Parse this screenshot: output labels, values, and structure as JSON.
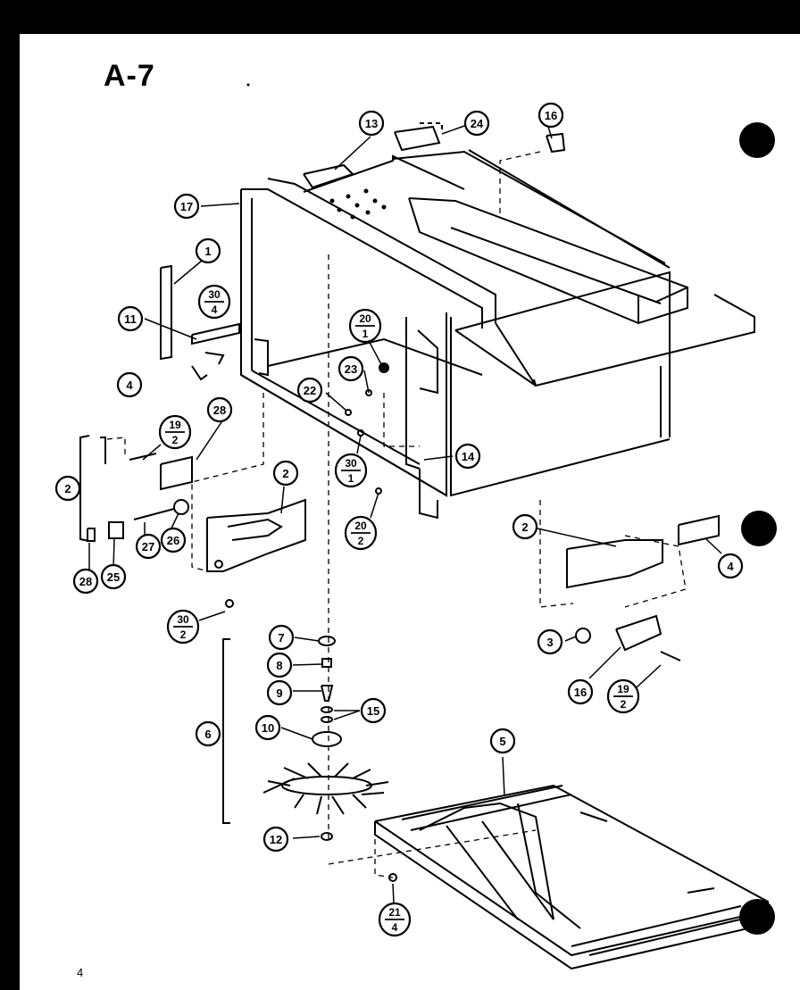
{
  "diagram": {
    "title": "A-7",
    "page_number": "4",
    "callouts": [
      {
        "id": "c13",
        "top": "13"
      },
      {
        "id": "c24",
        "top": "24"
      },
      {
        "id": "c16a",
        "top": "16"
      },
      {
        "id": "c17",
        "top": "17"
      },
      {
        "id": "c1",
        "top": "1"
      },
      {
        "id": "c30_4",
        "top": "30",
        "bottom": "4"
      },
      {
        "id": "c11",
        "top": "11"
      },
      {
        "id": "c20_1",
        "top": "20",
        "bottom": "1"
      },
      {
        "id": "c23",
        "top": "23"
      },
      {
        "id": "c22",
        "top": "22"
      },
      {
        "id": "c4a",
        "top": "4"
      },
      {
        "id": "c19_2a",
        "top": "19",
        "bottom": "2"
      },
      {
        "id": "c28a",
        "top": "28"
      },
      {
        "id": "c30_1",
        "top": "30",
        "bottom": "1"
      },
      {
        "id": "c14",
        "top": "14"
      },
      {
        "id": "c2a",
        "top": "2"
      },
      {
        "id": "c2b",
        "top": "2"
      },
      {
        "id": "c26",
        "top": "26"
      },
      {
        "id": "c27",
        "top": "27"
      },
      {
        "id": "c20_2",
        "top": "20",
        "bottom": "2"
      },
      {
        "id": "c28b",
        "top": "28"
      },
      {
        "id": "c25",
        "top": "25"
      },
      {
        "id": "c2c",
        "top": "2"
      },
      {
        "id": "c4b",
        "top": "4"
      },
      {
        "id": "c30_2",
        "top": "30",
        "bottom": "2"
      },
      {
        "id": "c7",
        "top": "7"
      },
      {
        "id": "c8",
        "top": "8"
      },
      {
        "id": "c9",
        "top": "9"
      },
      {
        "id": "c15",
        "top": "15"
      },
      {
        "id": "c10",
        "top": "10"
      },
      {
        "id": "c6",
        "top": "6"
      },
      {
        "id": "c3",
        "top": "3"
      },
      {
        "id": "c16b",
        "top": "16"
      },
      {
        "id": "c19_2b",
        "top": "19",
        "bottom": "2"
      },
      {
        "id": "c5",
        "top": "5"
      },
      {
        "id": "c12",
        "top": "12"
      },
      {
        "id": "c21_4",
        "top": "21",
        "bottom": "4"
      }
    ]
  }
}
